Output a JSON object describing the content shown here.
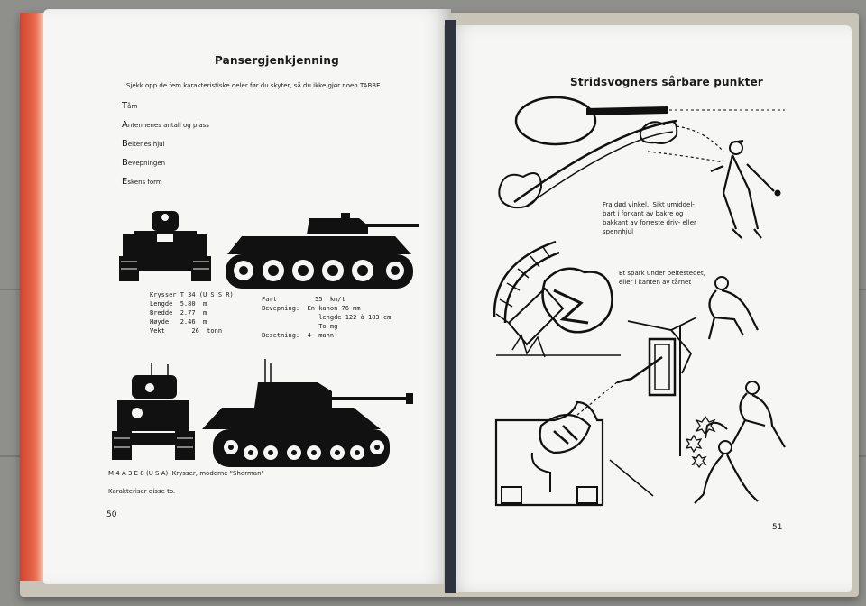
{
  "left_page": {
    "title": "Pansergjenkjenning",
    "subtitle": "Sjekk opp de fem karakteristiske deler før du skyter, så du ikke gjør noen TABBE",
    "acronym": [
      {
        "letter": "T",
        "rest": "årn"
      },
      {
        "letter": "A",
        "rest": "ntennenes antall og plass"
      },
      {
        "letter": "B",
        "rest": "eltenes hjul"
      },
      {
        "letter": "B",
        "rest": "evepningen"
      },
      {
        "letter": "E",
        "rest": "skens form"
      }
    ],
    "t34_specs_left": "Krysser T 34 (U S S R)\nLengde  5.80  m\nBredde  2.77  m\nHøyde   2.46  m\nVekt       26  tonn",
    "t34_specs_right": "Fart          55  km/t\nBevepning:  En kanon 76 mm\n               lengde 122 à 183 cm\n               To mg\nBesetning:  4  mann",
    "sherman_caption": "M 4 A 3 E 8 (U S A)  Krysser, moderne \"Sherman\"",
    "question": "Karakteriser disse to.",
    "page_number": "50"
  },
  "right_page": {
    "title": "Stridsvogners sårbare punkter",
    "caption_1": "Fra død vinkel.  Sikt umiddel-\nbart i forkant av bakre og i\nbakkant av forreste driv- eller\nspennhjul",
    "caption_2": "Et spark under beltestedet,\neller i kanten av tårnet",
    "page_number": "51"
  }
}
